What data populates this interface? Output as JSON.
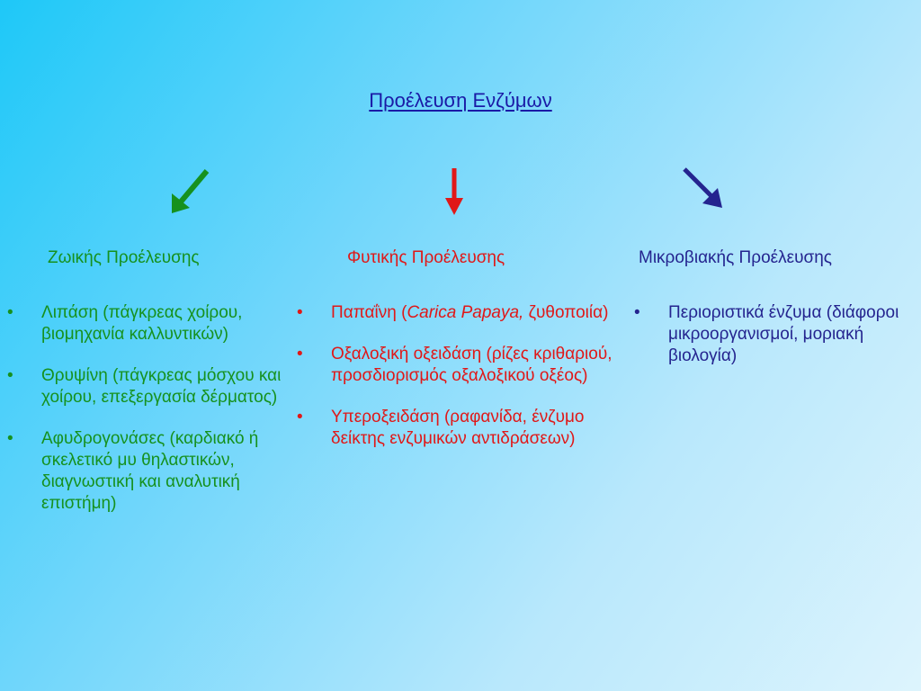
{
  "title": "Προέλευση Ενζύμων",
  "colors": {
    "animal": "#16911e",
    "plant": "#e01818",
    "microbial": "#24248f",
    "title": "#1a1aa6"
  },
  "columns": [
    {
      "heading": "Ζωικής Προέλευσης",
      "arrow": "green-arrow-down-left",
      "items": [
        "Λιπάση (πάγκρεας χοίρου, βιομηχανία καλλυντικών)",
        "Θρυψίνη (πάγκρεας μόσχου και χοίρου, επεξεργασία δέρματος)",
        "Αφυδρογονάσες (καρδιακό ή σκελετικό μυ θηλαστικών, διαγνωστική και αναλυτική επιστήμη)"
      ]
    },
    {
      "heading": "Φυτικής Προέλευσης",
      "arrow": "red-arrow-down",
      "items": [
        {
          "before": "Παπαΐνη (",
          "italic": "Carica Papaya,",
          "after": " ζυθοποιία)"
        },
        "Οξαλοξική οξειδάση (ρίζες κριθαριού, προσδιορισμός οξαλοξικού οξέος)",
        "Υπεροξειδάση (ραφανίδα, ένζυμο δείκτης ενζυμικών αντιδράσεων)"
      ]
    },
    {
      "heading": "Μικροβιακής Προέλευσης",
      "arrow": "blue-arrow-down-right",
      "items": [
        "Περιοριστικά ένζυμα (διάφοροι μικροοργανισμοί, μοριακή βιολογία)"
      ]
    }
  ]
}
